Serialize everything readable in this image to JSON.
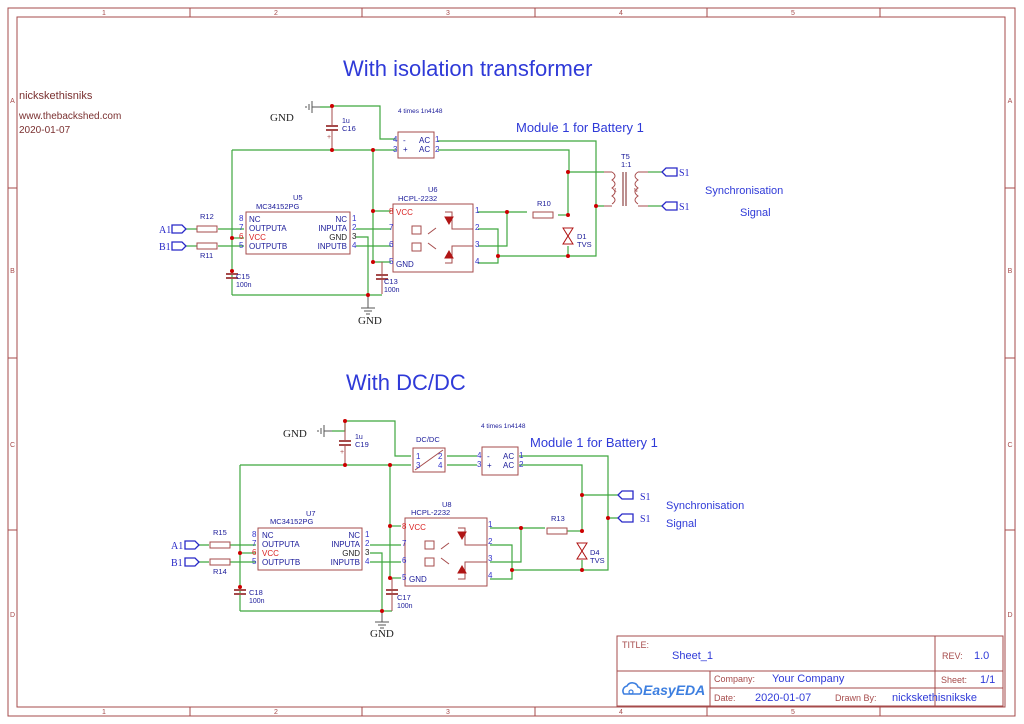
{
  "sheet": {
    "zones_columns": [
      "1",
      "2",
      "3",
      "4",
      "5"
    ],
    "zones_rows": [
      "A",
      "B",
      "C",
      "D"
    ],
    "colors": {
      "frame": "#a64b4b",
      "wire": "#3fa63f",
      "junction": "#cc0000",
      "text_blue": "#2f3ad8",
      "vcc_red": "#d92020"
    }
  },
  "author": {
    "name": "nickskethisniks",
    "website": "www.thebackshed.com",
    "date": "2020-01-07"
  },
  "section1": {
    "heading": "With isolation transformer",
    "module_label": "Module 1 for Battery 1",
    "bridge_note": "4 times 1n4148",
    "gnd_top": "GND",
    "gnd_bottom": "GND",
    "c_top": {
      "ref": "C16",
      "value": "1u"
    },
    "c_left": {
      "ref": "C15",
      "value": "100n"
    },
    "c_mid": {
      "ref": "C13",
      "value": "100n"
    },
    "r_a": "R12",
    "r_b": "R11",
    "r_out": "R10",
    "port_a": "A1",
    "port_b": "B1",
    "driver": {
      "ref": "U5",
      "part": "MC34152PG",
      "left_pins": [
        {
          "num": "8",
          "name": "NC"
        },
        {
          "num": "7",
          "name": "OUTPUTA"
        },
        {
          "num": "6",
          "name": "VCC"
        },
        {
          "num": "5",
          "name": "OUTPUTB"
        }
      ],
      "right_pins": [
        {
          "num": "1",
          "name": "NC"
        },
        {
          "num": "2",
          "name": "INPUTA"
        },
        {
          "num": "3",
          "name": "GND"
        },
        {
          "num": "4",
          "name": "INPUTB"
        }
      ]
    },
    "opto": {
      "ref": "U6",
      "part": "HCPL-2232",
      "left_pins": [
        {
          "num": "8",
          "name": "VCC"
        },
        {
          "num": "7",
          "name": ""
        },
        {
          "num": "6",
          "name": ""
        },
        {
          "num": "5",
          "name": "GND"
        }
      ],
      "right_pins": [
        "1",
        "2",
        "3",
        "4"
      ]
    },
    "bridge": {
      "left_pins": [
        {
          "num": "4",
          "name": "-"
        },
        {
          "num": "3",
          "name": "+"
        }
      ],
      "right_pins": [
        {
          "num": "1",
          "name": "AC"
        },
        {
          "num": "2",
          "name": "AC"
        }
      ]
    },
    "tvs": {
      "ref": "D1",
      "value": "TVS"
    },
    "transformer": {
      "ref": "T5",
      "ratio": "1:1",
      "primary": "1",
      "secondary": "N"
    },
    "sync_ports": [
      "S1",
      "S1"
    ],
    "sync_label_1": "Synchronisation",
    "sync_label_2": "Signal"
  },
  "section2": {
    "heading": "With DC/DC",
    "module_label": "Module 1 for Battery 1",
    "bridge_note": "4 times 1n4148",
    "gnd_top": "GND",
    "gnd_bottom": "GND",
    "c_top": {
      "ref": "C19",
      "value": "1u"
    },
    "c_left": {
      "ref": "C18",
      "value": "100n"
    },
    "c_mid": {
      "ref": "C17",
      "value": "100n"
    },
    "r_a": "R15",
    "r_b": "R14",
    "r_out": "R13",
    "port_a": "A1",
    "port_b": "B1",
    "dcdc": {
      "label": "DC/DC",
      "pins": [
        "1",
        "3",
        "2",
        "4"
      ]
    },
    "driver": {
      "ref": "U7",
      "part": "MC34152PG",
      "left_pins": [
        {
          "num": "8",
          "name": "NC"
        },
        {
          "num": "7",
          "name": "OUTPUTA"
        },
        {
          "num": "6",
          "name": "VCC"
        },
        {
          "num": "5",
          "name": "OUTPUTB"
        }
      ],
      "right_pins": [
        {
          "num": "1",
          "name": "NC"
        },
        {
          "num": "2",
          "name": "INPUTA"
        },
        {
          "num": "3",
          "name": "GND"
        },
        {
          "num": "4",
          "name": "INPUTB"
        }
      ]
    },
    "opto": {
      "ref": "U8",
      "part": "HCPL-2232",
      "left_pins": [
        {
          "num": "8",
          "name": "VCC"
        },
        {
          "num": "7",
          "name": ""
        },
        {
          "num": "6",
          "name": ""
        },
        {
          "num": "5",
          "name": "GND"
        }
      ],
      "right_pins": [
        "1",
        "2",
        "3",
        "4"
      ]
    },
    "bridge": {
      "left_pins": [
        {
          "num": "4",
          "name": "-"
        },
        {
          "num": "3",
          "name": "+"
        }
      ],
      "right_pins": [
        {
          "num": "1",
          "name": "AC"
        },
        {
          "num": "2",
          "name": "AC"
        }
      ]
    },
    "tvs": {
      "ref": "D4",
      "value": "TVS"
    },
    "sync_ports": [
      "S1",
      "S1"
    ],
    "sync_label_1": "Synchronisation",
    "sync_label_2": "Signal"
  },
  "title_block": {
    "title_label": "TITLE:",
    "title_value": "Sheet_1",
    "rev_label": "REV:",
    "rev_value": "1.0",
    "company_label": "Company:",
    "company_value": "Your Company",
    "sheet_label": "Sheet:",
    "sheet_value": "1/1",
    "date_label": "Date:",
    "date_value": "2020-01-07",
    "drawn_label": "Drawn By:",
    "drawn_value": "nickskethisnikske",
    "logo_text": "EasyEDA"
  }
}
